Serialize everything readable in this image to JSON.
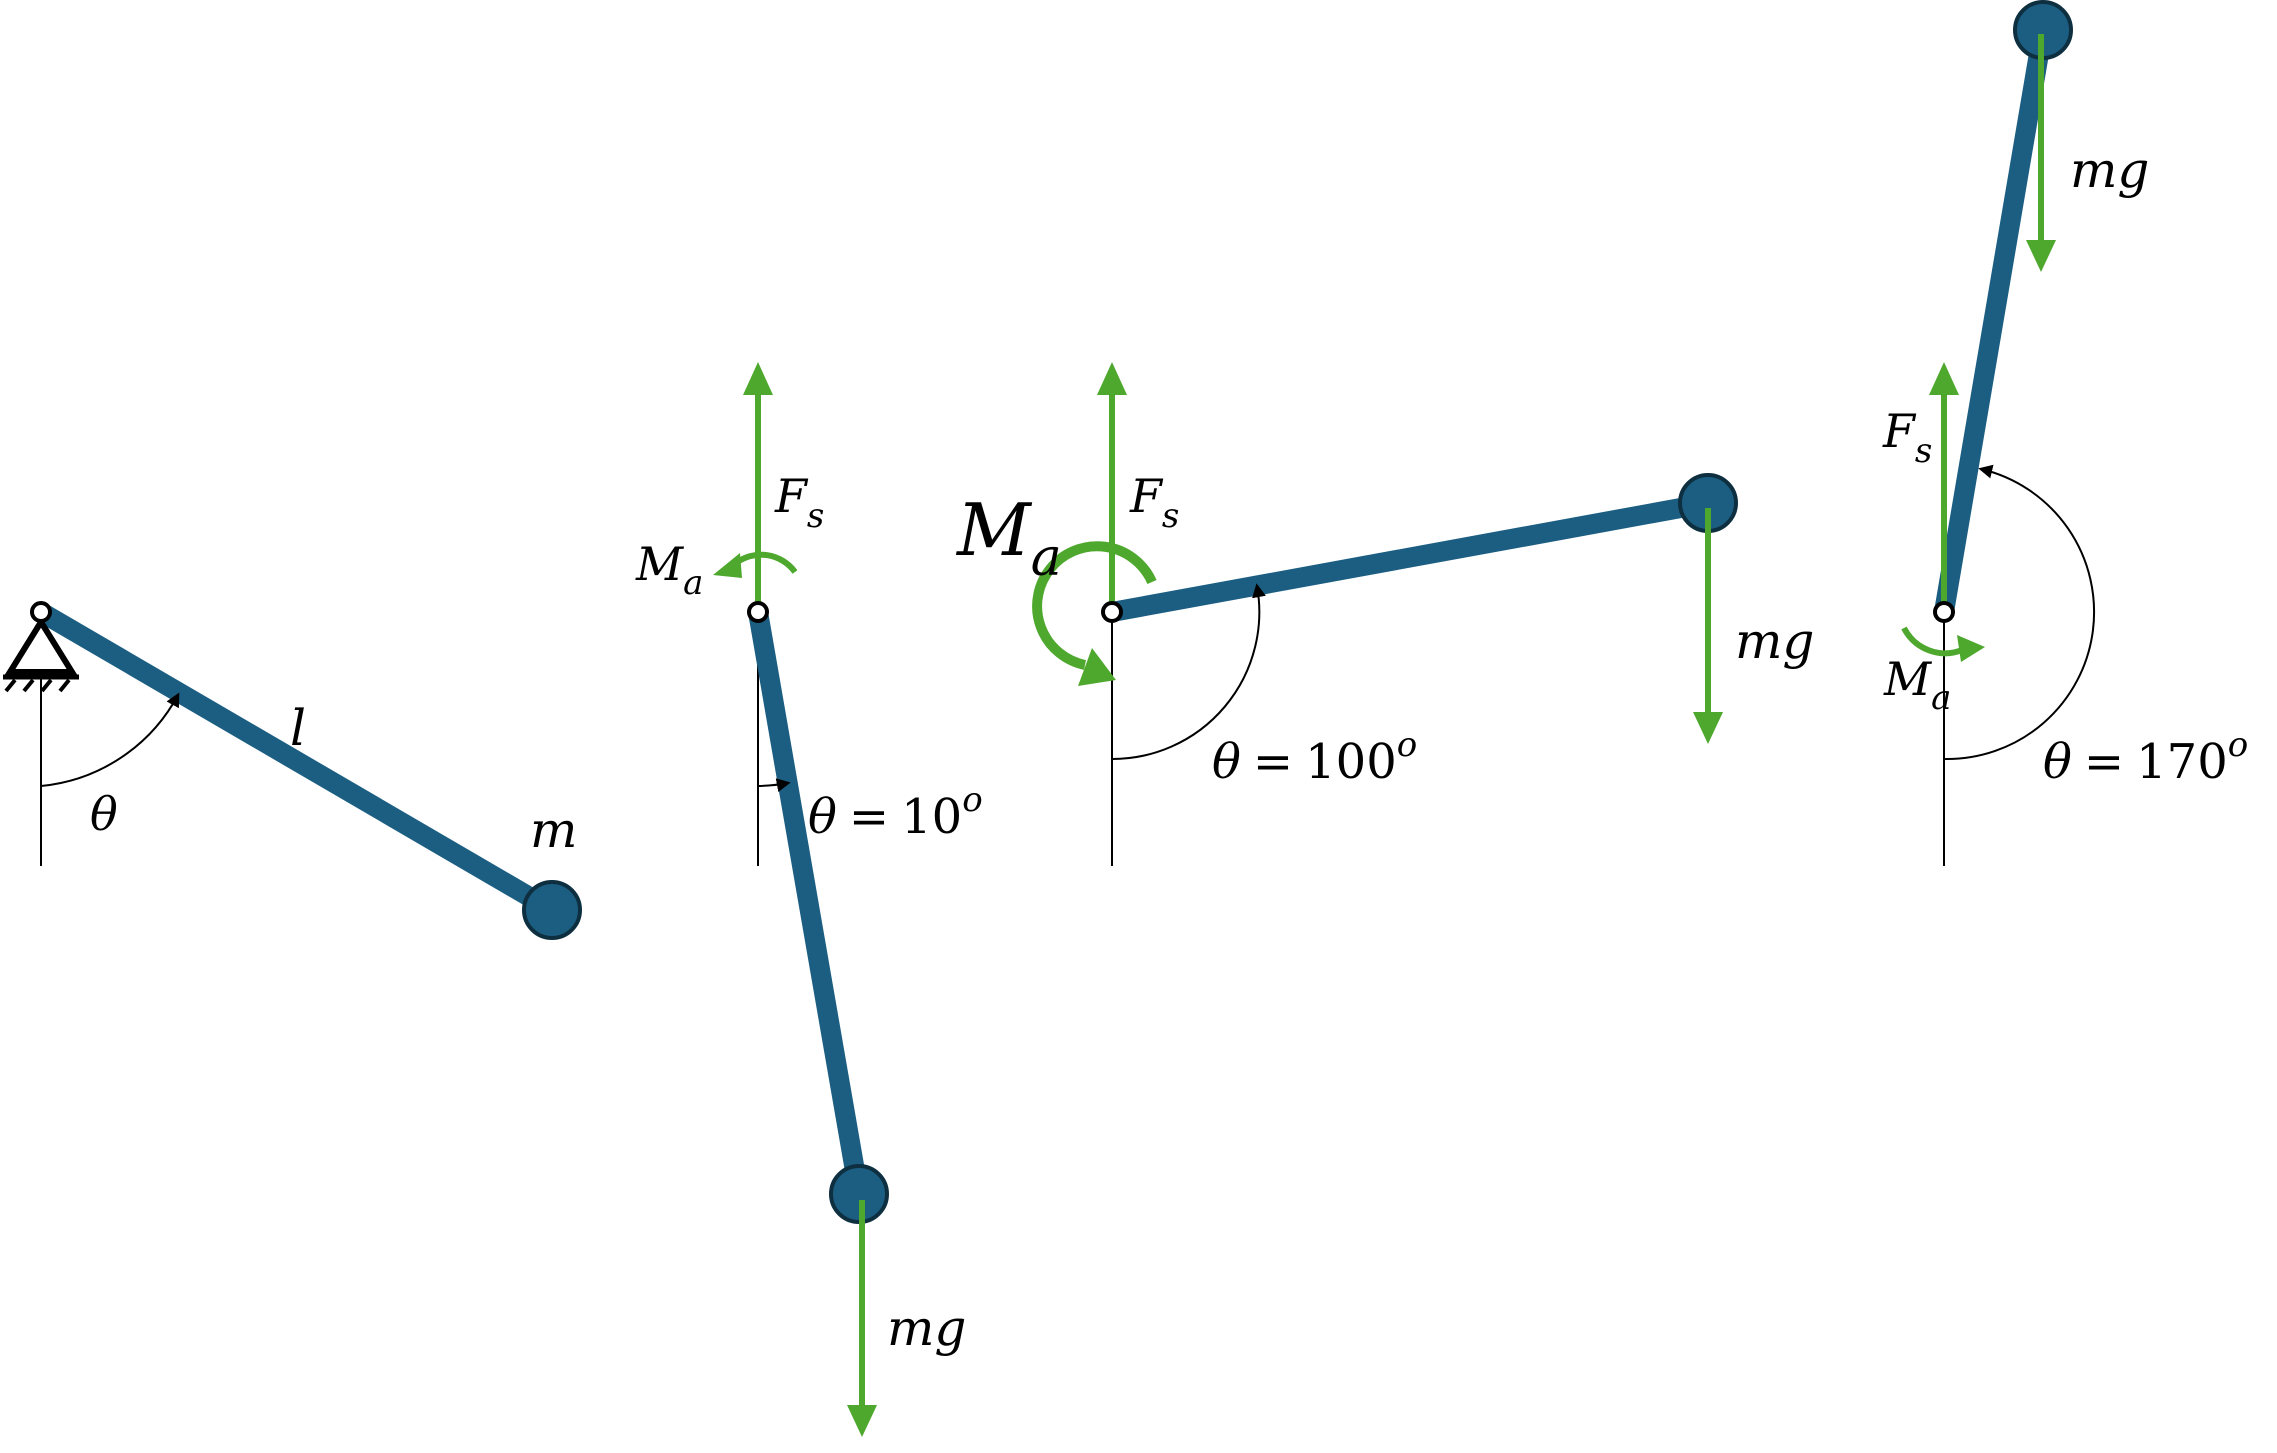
{
  "colors": {
    "rod": "#1B5E82",
    "rod_edge": "#0E2F40",
    "force": "#4EA82E",
    "line": "#000000"
  },
  "labels": {
    "length": "l",
    "mass": "m",
    "theta": "θ",
    "weight": "mg",
    "spring_force_main": "F",
    "spring_force_sub": "s",
    "moment_main": "M",
    "moment_sub": "a",
    "equals": "=",
    "degree": "o"
  },
  "cases": [
    {
      "angle": "10"
    },
    {
      "angle": "100"
    },
    {
      "angle": "170"
    }
  ]
}
